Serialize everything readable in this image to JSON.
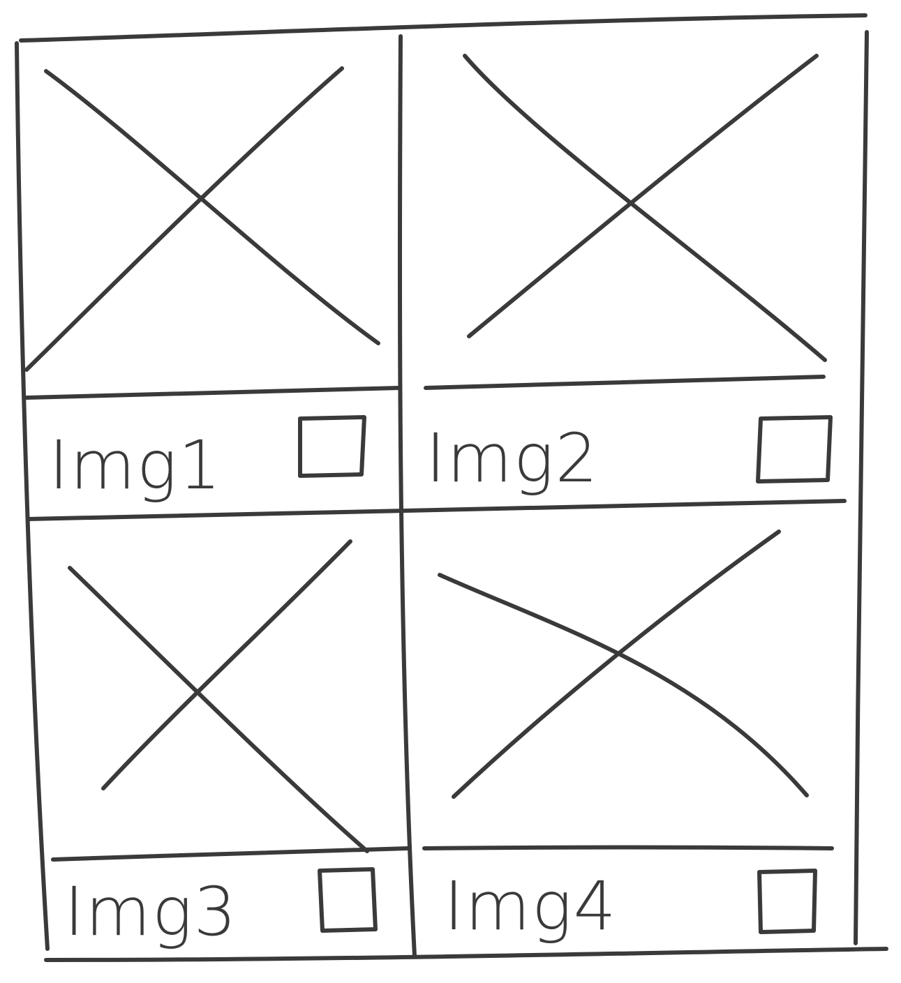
{
  "gallery": {
    "tiles": [
      {
        "label": "Img1",
        "image": "placeholder-image-icon",
        "checked": false
      },
      {
        "label": "Img2",
        "image": "placeholder-image-icon",
        "checked": false
      },
      {
        "label": "Img3",
        "image": "placeholder-image-icon",
        "checked": false
      },
      {
        "label": "Img4",
        "image": "placeholder-image-icon",
        "checked": false
      }
    ]
  },
  "colors": {
    "ink": "#3a3a3a",
    "paper": "#ffffff"
  }
}
